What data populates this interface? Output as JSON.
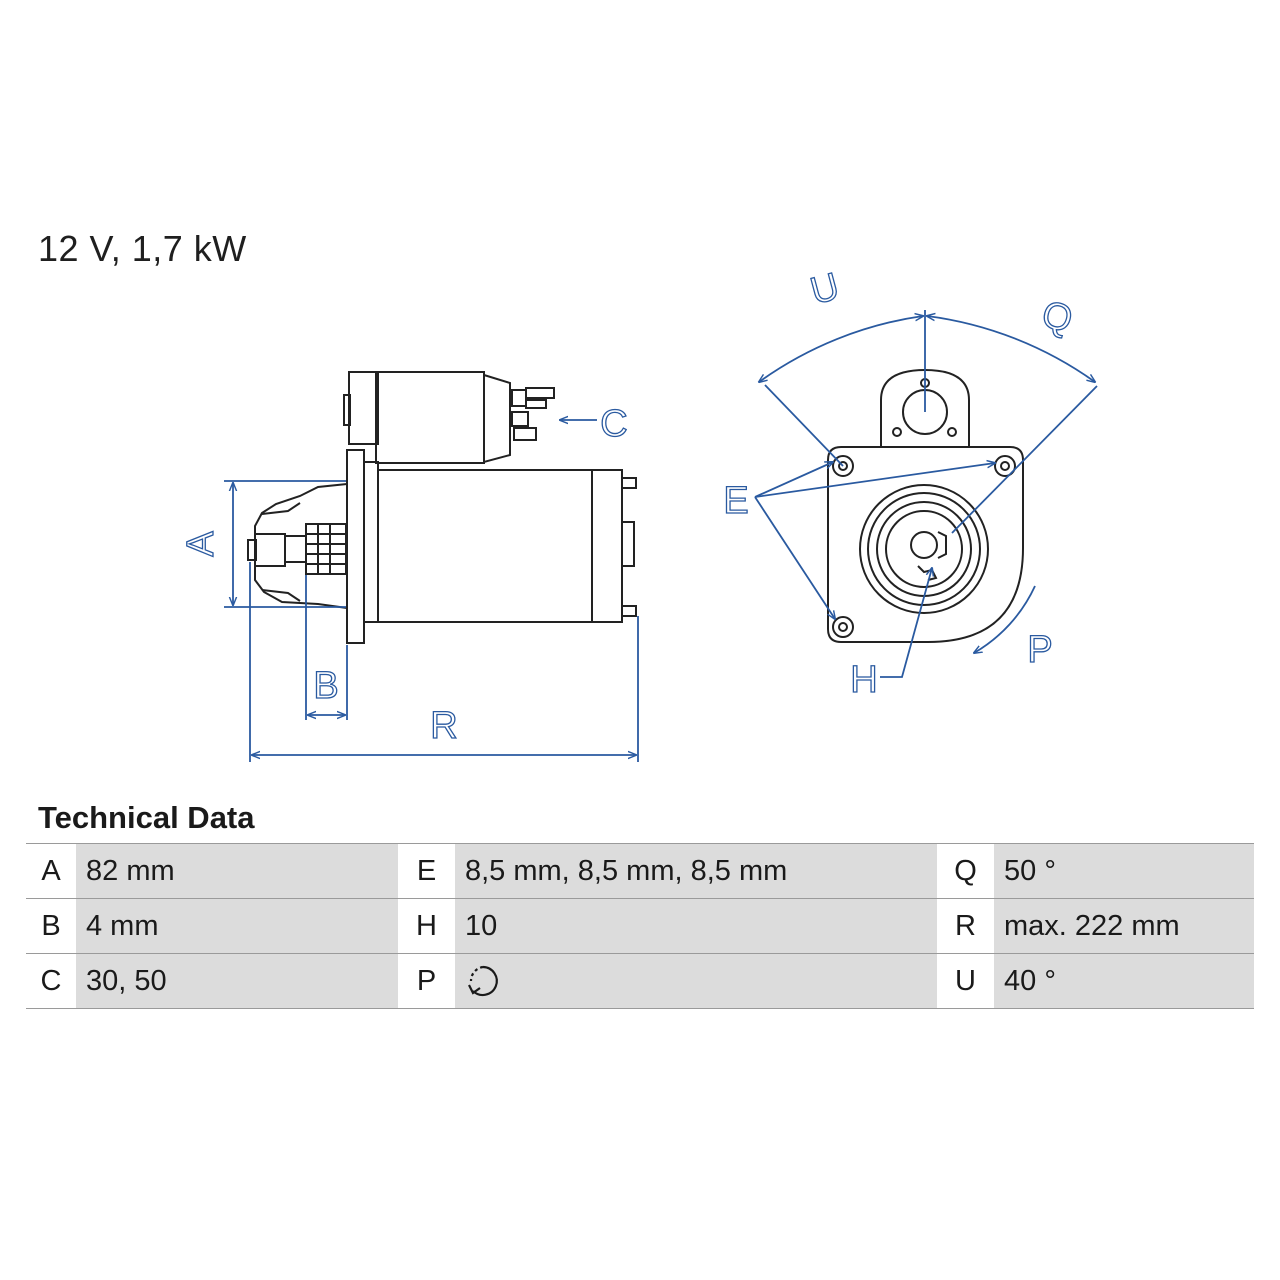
{
  "headline": "12 V, 1,7 kW",
  "section_title": "Technical Data",
  "diagram_labels": {
    "A": "A",
    "B": "B",
    "C": "C",
    "R": "R",
    "U": "U",
    "Q": "Q",
    "E": "E",
    "H": "H",
    "P": "P"
  },
  "specs": [
    [
      {
        "key": "A",
        "value": "82 mm"
      },
      {
        "key": "E",
        "value": "8,5 mm, 8,5 mm, 8,5 mm"
      },
      {
        "key": "Q",
        "value": "50 °"
      }
    ],
    [
      {
        "key": "B",
        "value": "4 mm"
      },
      {
        "key": "H",
        "value": "10"
      },
      {
        "key": "R",
        "value": "max. 222 mm"
      }
    ],
    [
      {
        "key": "C",
        "value": "30, 50"
      },
      {
        "key": "P",
        "icon": "counterclockwise-rotation-icon"
      },
      {
        "key": "U",
        "value": "40 °"
      }
    ]
  ],
  "colors": {
    "dimension": "#2a5aa0",
    "outline": "#222222",
    "cell_bg": "#dcdcdc"
  }
}
